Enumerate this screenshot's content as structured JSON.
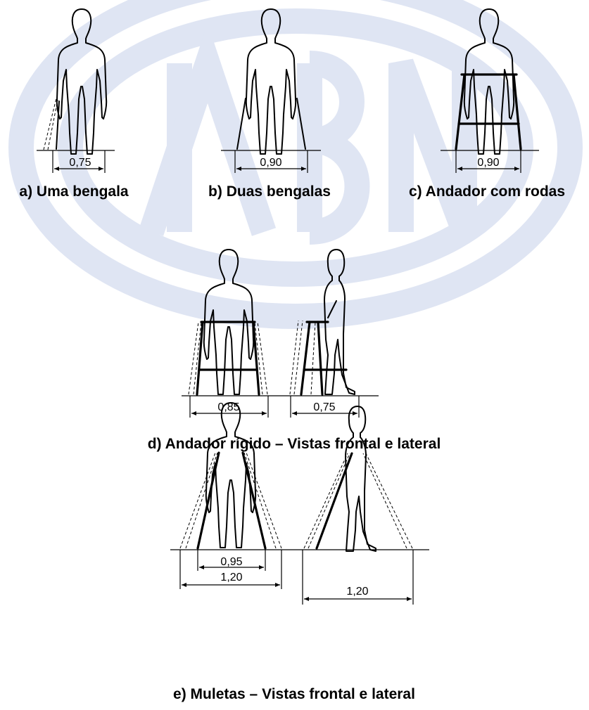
{
  "watermark": {
    "text": "ABNT",
    "color": "#dfe5f3"
  },
  "panels": {
    "a": {
      "caption": "a) Uma bengala",
      "dims": [
        "0,75"
      ]
    },
    "b": {
      "caption": "b) Duas bengalas",
      "dims": [
        "0,90"
      ]
    },
    "c": {
      "caption": "c) Andador com rodas",
      "dims": [
        "0,90"
      ]
    },
    "d": {
      "caption": "d) Andador rígido – Vistas frontal e lateral",
      "dims": [
        "0,85",
        "0,75"
      ]
    },
    "e": {
      "caption": "e) Muletas – Vistas frontal e lateral",
      "dims": [
        "0,95",
        "1,20",
        "1,20"
      ]
    }
  }
}
